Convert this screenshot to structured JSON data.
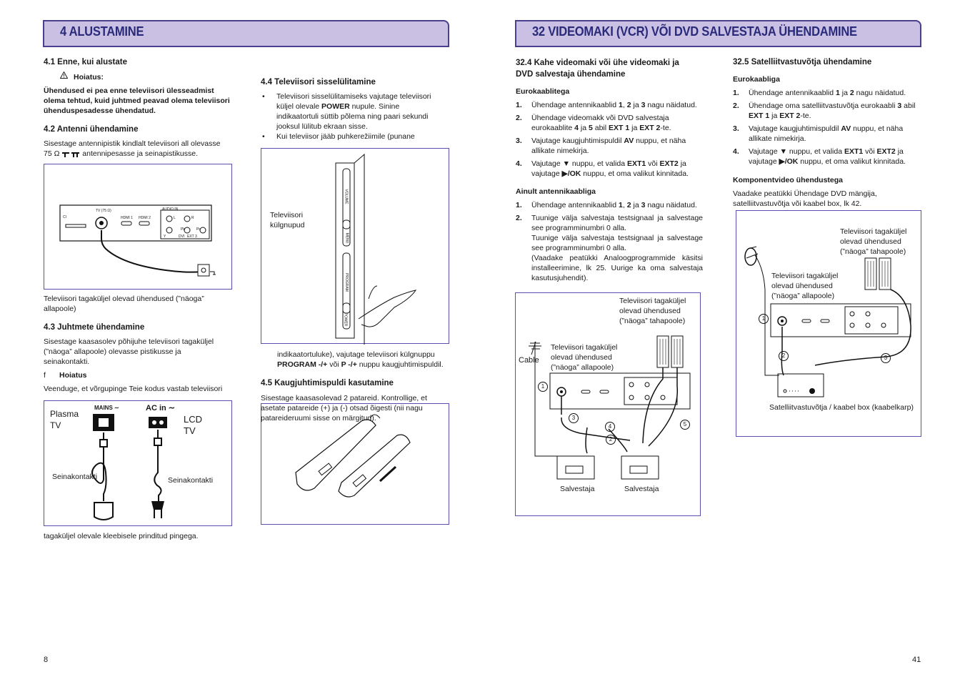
{
  "left": {
    "banner": "4   ALUSTAMINE",
    "s41": {
      "heading": "4.1 Enne, kui alustate",
      "warn_label": "Hoiatus:",
      "warn_text": "Ühendused ei pea enne televiisori ülesseadmist olema tehtud, kuid juhtmed peavad olema televiisori ühenduspesadesse ühendatud."
    },
    "s42": {
      "heading": "4.2 Antenni ühendamine",
      "text_a": "Sisestage antennipistik kindlalt televiisori all olevasse",
      "text_b_prefix": "75 Ω",
      "text_b_suffix": "antennipesasse ja seinapistikusse.",
      "caption": "Televiisori tagaküljel olevad ühendused (”näoga” allapoole)",
      "diag_labels": [
        "CI",
        "TV (75 Ω)",
        "HDMI 1",
        "HDMI 2",
        "AUDIO IN",
        "L",
        "R",
        "Pb",
        "Pr",
        "DVI",
        "Y",
        "EXT 3"
      ]
    },
    "s43": {
      "heading": "4.3 Juhtmete ühendamine",
      "text": "Sisestage kaasasolev põhijuhe televiisori tagaküljel (”näoga” allapoole) olevasse pistikusse ja seinakontakti.",
      "marker": "f",
      "warn_label": "Hoiatus",
      "warn_text": "Veenduge, et võrgupinge Teie kodus vastab televiisori",
      "plasma": "Plasma\nTV",
      "mains": "MAINS ∼",
      "acin": "AC in ∼",
      "lcd": "LCD\nTV",
      "wall1": "Seinakontakti",
      "wall2": "Seinakontakti",
      "after": "tagaküljel olevale kleebisele prinditud pingega."
    },
    "s44": {
      "heading": "4.4 Televiisori sisselülitamine",
      "b1_pre": "Televiisori sisselülitamiseks vajutage televiisori küljel olevale ",
      "b1_bold": "POWER",
      "b1_post": " nupule. Sinine indikaatortuli süttib põlema ning paari sekundi jooksul lülitub ekraan sisse.",
      "b2": "Kui televiisor jääb puhkerežiimile (punane",
      "side_label": "Televiisori\nkülgnupud",
      "side_btns": [
        "VOLUME",
        "MENU",
        "PROGRAM",
        "POWER"
      ],
      "cont_pre": "indikaatortuluke), vajutage televiisori külgnuppu ",
      "cont_b1": "PROGRAM -/+",
      "cont_mid": " või ",
      "cont_b2": "P -/+",
      "cont_post": " nuppu kaugjuhtimispuldil."
    },
    "s45": {
      "heading": "4.5 Kaugjuhtimispuldi kasutamine",
      "text": "Sisestage kaasasolevad 2 patareid. Kontrollige, et asetate patareide (+) ja (-) otsad õigesti (nii nagu patareideruumi sisse on märgitud)."
    },
    "page": "8"
  },
  "right": {
    "banner": "32 VIDEOMAKI (VCR) VÕI DVD SALVESTAJA ÜHENDAMINE",
    "s324": {
      "heading": "32.4 Kahe videomaki või ühe videomaki ja DVD salvestaja ühendamine",
      "sub1": "Eurokaablitega",
      "steps1": [
        {
          "n": "1.",
          "html": "Ühendage antennikaablid <b>1</b>, <b>2</b> ja <b>3</b> nagu näidatud."
        },
        {
          "n": "2.",
          "html": "Ühendage videomakk või DVD salvestaja eurokaablite <b>4</b> ja <b>5</b> abil <b>EXT 1</b> ja <b>EXT 2</b>-te."
        },
        {
          "n": "3.",
          "html": "Vajutage kaugjuhtimispuldil <b>AV</b> nuppu, et näha allikate nimekirja."
        },
        {
          "n": "4.",
          "html": "Vajutage <b>▼</b> nuppu, et valida <b>EXT1</b> või <b>EXT2</b> ja vajutage <b>▶/OK</b> nuppu, et oma valikut kinnitada."
        }
      ],
      "sub2": "Ainult antennikaabliga",
      "steps2": [
        {
          "n": "1.",
          "html": "Ühendage antennikaablid <b>1</b>, <b>2</b> ja <b>3</b> nagu näidatud."
        },
        {
          "n": "2.",
          "html": "Tuunige välja salvestaja testsignaal ja salvestage see programminumbri 0 alla.<br>Tuunige välja salvestaja testsignaal ja salvestage see programminumbri 0 alla.<br>(Vaadake peatükki Analoogprogrammide käsitsi installeerimine, lk 25. Uurige ka oma salvestaja kasutusjuhendit)."
        }
      ],
      "top_label": "Televiisori tagaküljel\nolevad ühendused\n(”näoga” tahapoole)",
      "bottom_label": "Televiisori tagaküljel\nolevad ühendused\n(”näoga” allapoole)",
      "cable": "Cable",
      "rec1": "Salvestaja",
      "rec2": "Salvestaja",
      "nums": [
        "1",
        "2",
        "3",
        "4",
        "5"
      ]
    },
    "s325": {
      "heading": "32.5 Satelliitvastuvõtja ühendamine",
      "sub1": "Eurokaabliga",
      "steps": [
        {
          "n": "1.",
          "html": "Ühendage antennikaablid <b>1</b> ja <b>2</b> nagu näidatud."
        },
        {
          "n": "2.",
          "html": "Ühendage oma satelliitvastuvõtja eurokaabli <b>3</b> abil <b>EXT 1</b> ja <b>EXT 2</b>-te."
        },
        {
          "n": "3.",
          "html": "Vajutage kaugjuhtimispuldil <b>AV</b> nuppu, et näha allikate nimekirja."
        },
        {
          "n": "4.",
          "html": "Vajutage <b>▼</b> nuppu, et valida <b>EXT1</b> või <b>EXT2</b> ja vajutage <b>▶/OK</b> nuppu, et oma valikut kinnitada."
        }
      ],
      "sub2": "Komponentvideo ühendustega",
      "text": "Vaadake peatükki Ühendage DVD mängija, satelliitvastuvõtja või kaabel box, lk 42.",
      "top_label": "Televiisori tagaküljel\nolevad ühendused\n(”näoga” tahapoole)",
      "bottom_label": "Televiisori tagaküljel\nolevad ühendused\n(”näoga” allapoole)",
      "box_label": "Satelliitvastuvõtja / kaabel box (kaabelkarp)",
      "nums": [
        "1",
        "2",
        "3"
      ]
    },
    "page": "41"
  },
  "colors": {
    "banner_fill": "#c9c0e4",
    "banner_border": "#4a3f8c",
    "banner_text": "#2a2a7a",
    "box_border": "#5a4fb0"
  }
}
